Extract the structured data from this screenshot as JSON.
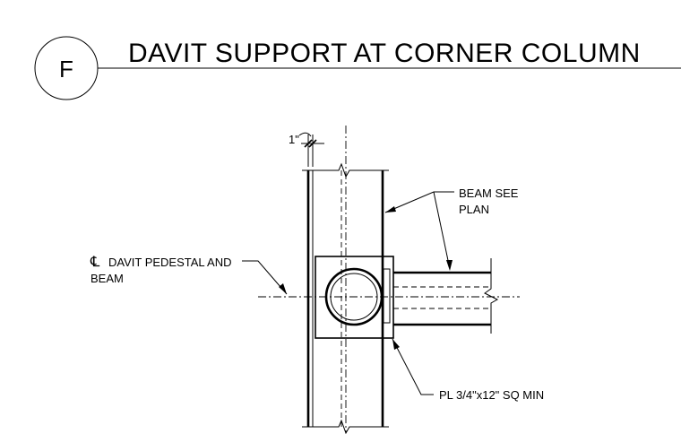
{
  "detail": {
    "letter": "F",
    "title": "DAVIT SUPPORT AT CORNER COLUMN"
  },
  "dimension": {
    "text": "1\""
  },
  "notes": {
    "beam_line1": "BEAM SEE",
    "beam_line2": "PLAN",
    "centerline_symbol": "℄",
    "centerline_line1": "DAVIT PEDESTAL AND",
    "centerline_line2": "BEAM",
    "plate": "PL 3/4\"x12\" SQ MIN"
  }
}
